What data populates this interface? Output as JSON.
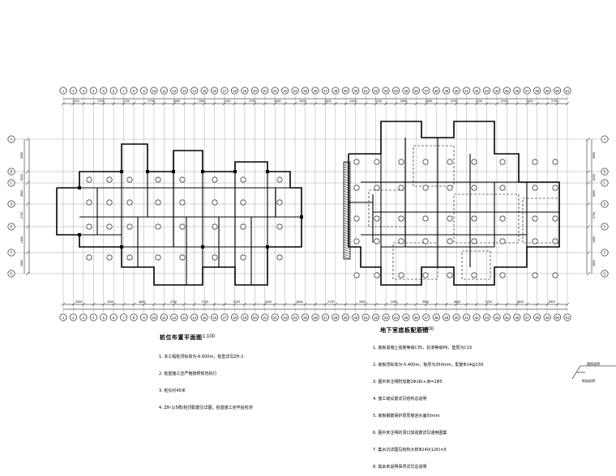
{
  "plans": {
    "left": {
      "title": "桩位布置平面图",
      "scale": "1:100"
    },
    "right": {
      "title": "地下室底板配筋图",
      "scale": "1:100"
    }
  },
  "notes": {
    "left": [
      "1. 本工程桩顶标高为-6.600m，桩型详见ZH-1",
      "2. 桩基施工应严格按照规范执行",
      "3. 桩长约45米",
      "4. ZH-1(5根)桩顶配筋见详图，桩基施工完毕后检测"
    ],
    "right": [
      "1. 底板混凝土强度等级C35，抗渗等级P6，垫层为C15",
      "2. 底板顶标高为-5.400m，板厚为350mm，配筋Φ14@150",
      "3. 图中未注明附加筋2Φ16(+)B=1Φ5",
      "4. 施工缝设置详见结构总说明",
      "5. 底板钢筋保护层厚度迎水面50mm",
      "6. 图中未注明的洞口加强筋详见通用图集",
      "7. 集水坑详图见结构大样Φ240(120)×5",
      "8. 其余未说明事项详见总说明"
    ]
  },
  "sidebar": {
    "label": "图例说明",
    "bottom_label": "附加说明"
  },
  "axes": {
    "top": [
      "1",
      "2",
      "3",
      "4",
      "5",
      "6",
      "7",
      "8",
      "9",
      "10",
      "11",
      "12",
      "13",
      "14",
      "15",
      "16",
      "17",
      "18",
      "19",
      "20",
      "21",
      "22",
      "23",
      "24",
      "25",
      "26",
      "27",
      "28",
      "29",
      "30",
      "31",
      "32",
      "33",
      "34",
      "35",
      "36",
      "37",
      "38",
      "39",
      "40",
      "41",
      "42",
      "43",
      "44",
      "45",
      "46",
      "47",
      "48",
      "49",
      "50",
      "51"
    ],
    "left": [
      "A",
      "B",
      "C",
      "D",
      "E",
      "F",
      "G"
    ]
  },
  "dims": {
    "top": [
      "3700",
      "2700",
      "2700",
      "1700",
      "2500",
      "1900",
      "2700",
      "1700",
      "2400",
      "3300",
      "2300",
      "2400",
      "3700",
      "1800",
      "2300",
      "3700",
      "2700",
      "3700",
      "2400",
      "2700"
    ],
    "bottom": [
      "3900",
      "3000",
      "3600",
      "2700",
      "2700",
      "3700",
      "2400",
      "3800",
      "2700",
      "3300",
      "2400",
      "3900",
      "3600",
      "2700",
      "3600",
      "3900"
    ],
    "left": [
      "3900",
      "5200",
      "3600",
      "2700",
      "1800",
      "2600"
    ]
  }
}
